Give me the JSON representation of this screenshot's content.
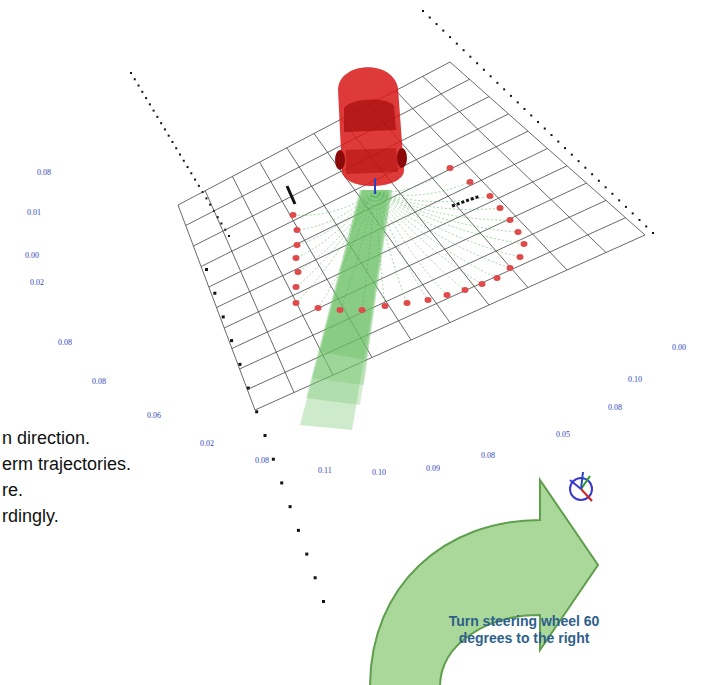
{
  "diagram": {
    "nodes": [
      {
        "text": [
          "Turn steering wheel 60 degrees to the right"
        ]
      }
    ],
    "labels": [
      "n direction.",
      "erm trajectories.",
      "re.",
      "rdingly.",
      "0.08",
      "0.11",
      "0.10",
      "0.09",
      "0.08",
      "0.05",
      "0.08",
      "0.10",
      "0.00",
      "0.02",
      "0.06",
      "0.08",
      "0.08",
      "0.02",
      "0.00",
      "0.01",
      "0.08"
    ]
  }
}
